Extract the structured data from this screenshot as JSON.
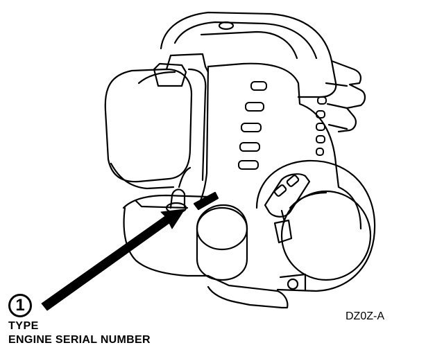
{
  "figure": {
    "callout": {
      "number": "1",
      "lines": [
        "TYPE",
        "ENGINE SERIAL NUMBER"
      ]
    },
    "figure_code": "DZ0Z-A"
  }
}
